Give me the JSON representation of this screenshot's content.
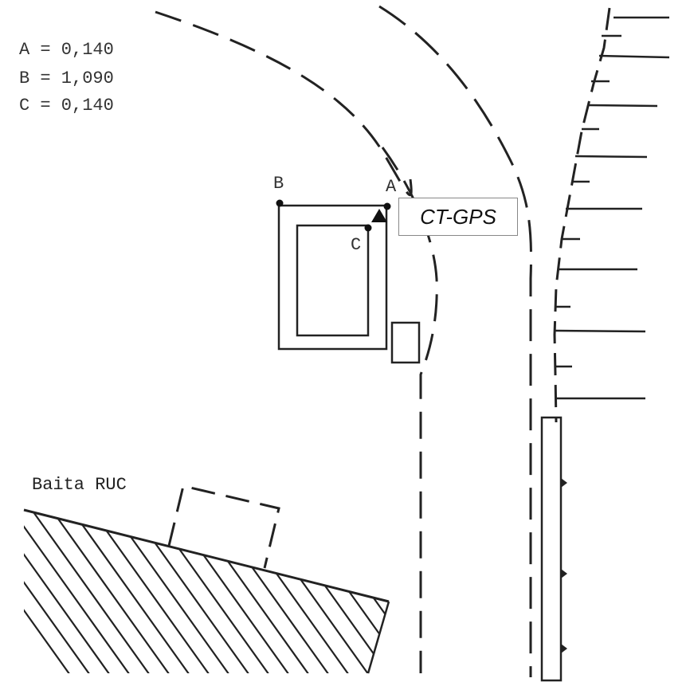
{
  "coordinates": {
    "line_a": "A = 0,140",
    "line_b": "B = 1,090",
    "line_c": "C = 0,140"
  },
  "points": {
    "a_label": "A",
    "b_label": "B",
    "c_label": "C"
  },
  "station_label": "CT-GPS",
  "building_label": "Baita RUC"
}
